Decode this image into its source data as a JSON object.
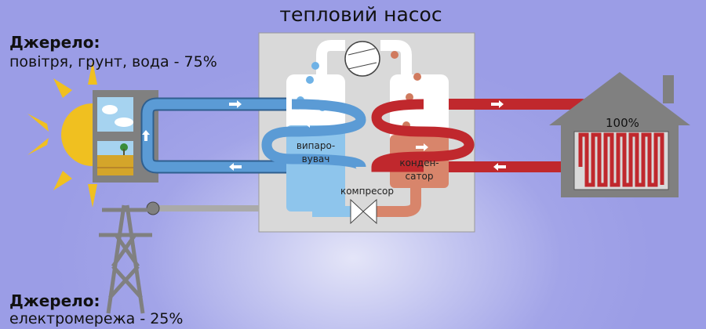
{
  "title": "тепловий насос",
  "source_top": {
    "heading": "Джерело:",
    "text": "повітря, грунт, вода - 75%"
  },
  "source_bottom": {
    "heading": "Джерело:",
    "text": "електромережа - 25%"
  },
  "house": {
    "output": "100%"
  },
  "evaporator": {
    "line1": "випаро-",
    "line2": "вувач"
  },
  "condenser": {
    "line1": "конден-",
    "line2": "сатор"
  },
  "compressor": {
    "label": "компресор"
  },
  "colors": {
    "cold": "#5b9bd5",
    "hot": "#c0282d",
    "cold_fluid": "#8ec5ec",
    "hot_fluid": "#d8856b",
    "sun": "#f0c020",
    "gray": "#808080"
  }
}
